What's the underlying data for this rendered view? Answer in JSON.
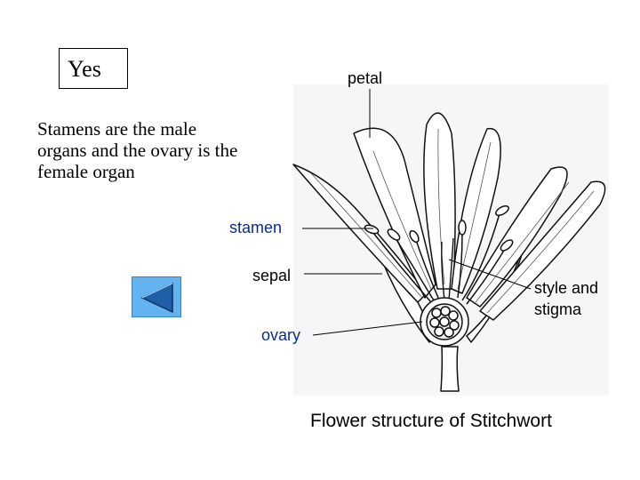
{
  "answer": {
    "text": "Yes"
  },
  "explanation": {
    "text": "Stamens are the male organs and the ovary is the female organ"
  },
  "labels": {
    "petal": "petal",
    "stamen": "stamen",
    "sepal": "sepal",
    "ovary": "ovary",
    "style_stigma_1": "style and",
    "style_stigma_2": "stigma"
  },
  "caption": "Flower structure of Stitchwort",
  "navigation": {
    "back_icon": "triangle-left-icon"
  },
  "colors": {
    "stamen_label": "#0a2e8a",
    "ovary_label": "#0a2e8a",
    "button_fill": "#62b3f0",
    "button_arrow": "#1f5fa8"
  }
}
